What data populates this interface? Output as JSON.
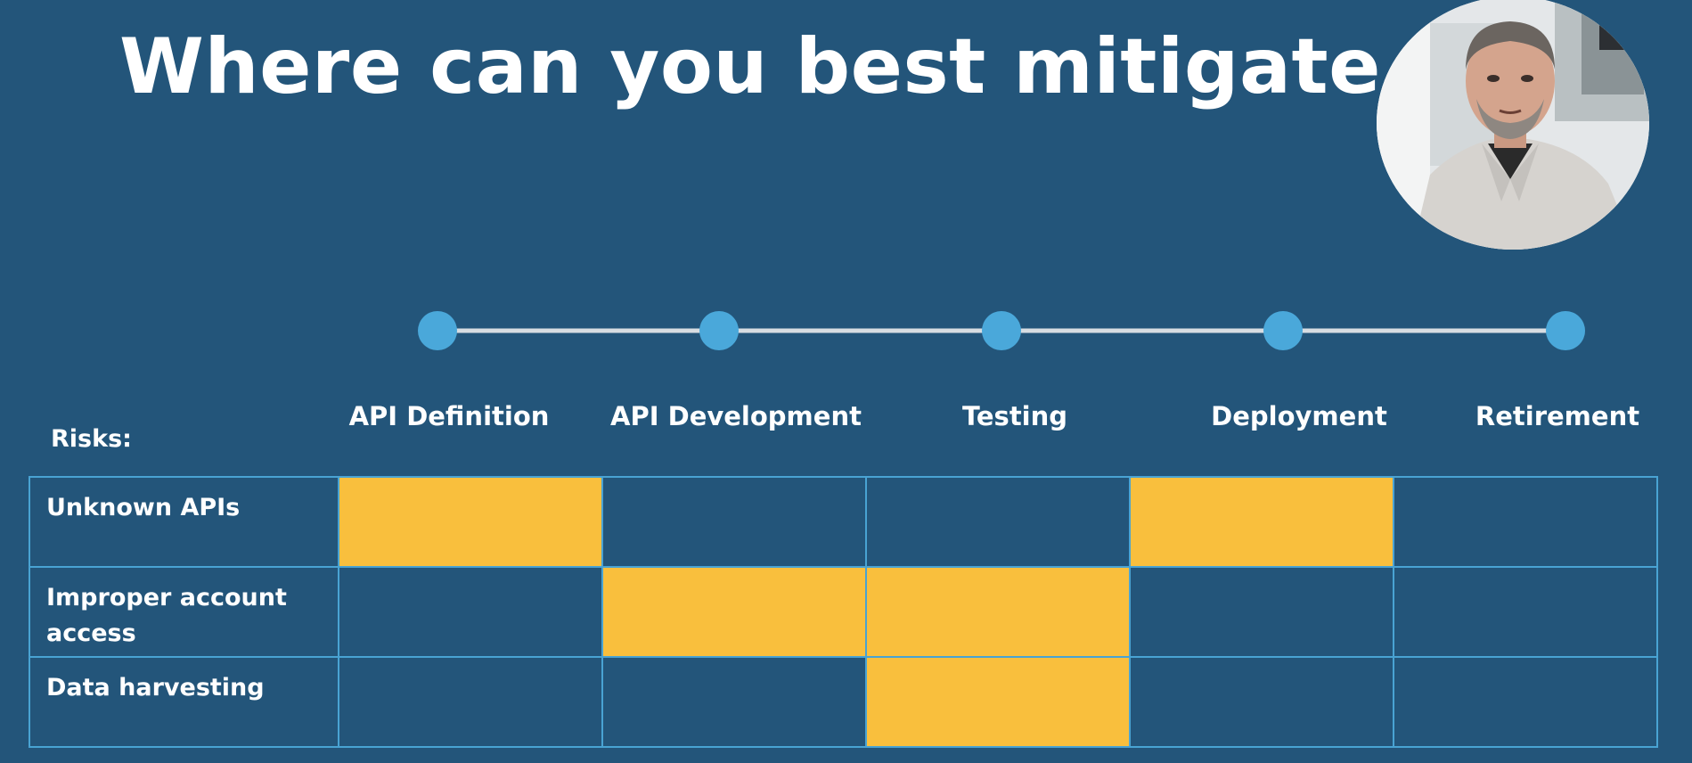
{
  "slide": {
    "title": "Where can you best mitigate risk?",
    "risks_label": "Risks:",
    "colors": {
      "background": "#23557a",
      "node": "#4aa8da",
      "line": "#d7dde2",
      "highlight": "#f9bf3d",
      "grid": "#49a3d3"
    }
  },
  "presenter": {
    "icon": "presenter-webcam"
  },
  "stages": [
    "API Definition",
    "API Development",
    "Testing",
    "Deployment",
    "Retirement"
  ],
  "risks": [
    {
      "name": "Unknown APIs",
      "mitigate_at": [
        true,
        false,
        false,
        true,
        false
      ]
    },
    {
      "name": "Improper account access",
      "mitigate_at": [
        false,
        true,
        true,
        false,
        false
      ]
    },
    {
      "name": "Data harvesting",
      "mitigate_at": [
        false,
        false,
        true,
        false,
        false
      ]
    }
  ]
}
